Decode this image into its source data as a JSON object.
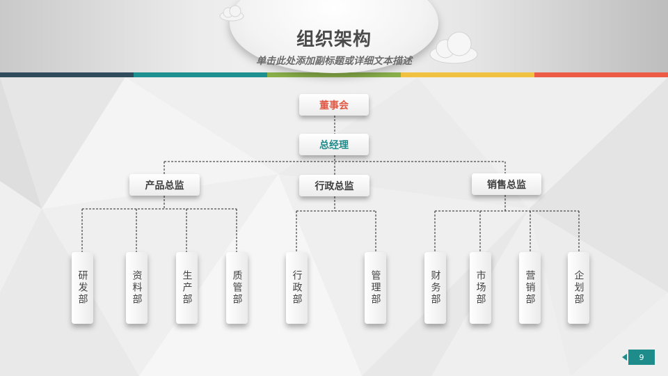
{
  "header": {
    "title": "组织架构",
    "subtitle": "单击此处添加副标题或详细文本描述"
  },
  "stripe_colors": [
    "#2f4b5c",
    "#1f9090",
    "#8ab04a",
    "#f1c142",
    "#ec5b45"
  ],
  "org": {
    "root": "董事会",
    "gm": "总经理",
    "directors": {
      "product": "产品总监",
      "admin": "行政总监",
      "sales": "销售总监"
    },
    "departments": {
      "rd": "研发部",
      "materials": "资料部",
      "production": "生产部",
      "quality": "质管部",
      "admin": "行政部",
      "management": "管理部",
      "finance": "财务部",
      "market": "市场部",
      "marketing": "营销部",
      "planning": "企划部"
    }
  },
  "colors": {
    "root_text": "#e05a47",
    "gm_text": "#1f8c8c",
    "page_badge": "#1f8c8c"
  },
  "page_number": "9"
}
